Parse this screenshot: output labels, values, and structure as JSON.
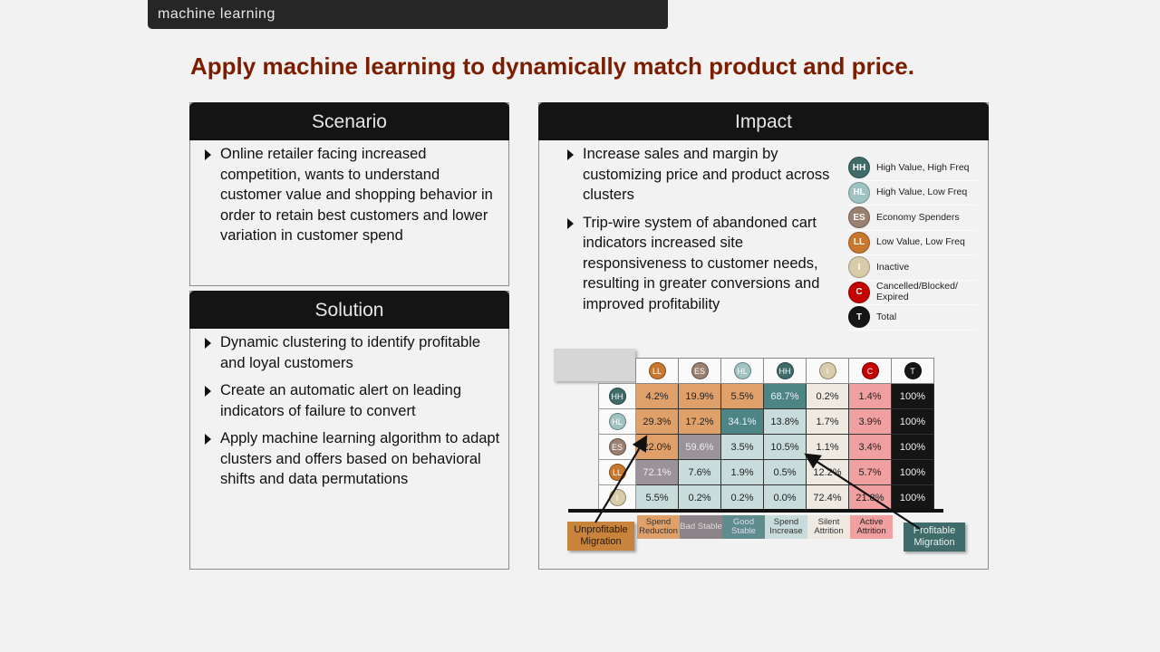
{
  "header": {
    "section_label": "machine learning"
  },
  "title": "Apply machine learning to dynamically match product and price.",
  "scenario": {
    "heading": "Scenario",
    "bullets": [
      "Online retailer facing increased competition, wants to understand customer value and shopping behavior in order to retain best customers and lower variation in customer spend"
    ]
  },
  "solution": {
    "heading": "Solution",
    "bullets": [
      "Dynamic clustering to identify profitable and loyal customers",
      "Create an automatic alert on leading indicators of failure to convert",
      "Apply machine learning algorithm to adapt clusters and offers based on behavioral shifts and data permutations"
    ]
  },
  "impact": {
    "heading": "Impact",
    "bullets": [
      "Increase sales and margin by customizing price and product across clusters",
      "Trip-wire system of abandoned cart indicators increased site responsiveness to customer needs, resulting in greater conversions and improved profitability"
    ]
  },
  "legend": [
    {
      "code": "HH",
      "label": "High Value, High Freq",
      "color": "#3f6b6b"
    },
    {
      "code": "HL",
      "label": "High Value, Low Freq",
      "color": "#9fc3c3"
    },
    {
      "code": "ES",
      "label": "Economy Spenders",
      "color": "#9a8070"
    },
    {
      "code": "LL",
      "label": "Low Value, Low Freq",
      "color": "#c8782e"
    },
    {
      "code": "I",
      "label": "Inactive",
      "color": "#d8ccaa"
    },
    {
      "code": "C",
      "label": "Cancelled/Blocked/ Expired",
      "color": "#c40000"
    },
    {
      "code": "T",
      "label": "Total",
      "color": "#151515"
    }
  ],
  "matrix": {
    "columns": [
      "LL",
      "ES",
      "HL",
      "HH",
      "I",
      "C",
      "T"
    ],
    "rows": [
      {
        "code": "HH",
        "values": [
          "4.2%",
          "19.9%",
          "5.5%",
          "68.7%",
          "0.2%",
          "1.4%",
          "100%"
        ],
        "shades": [
          "orange",
          "orange",
          "orange",
          "teal",
          "cream",
          "pink",
          "black"
        ]
      },
      {
        "code": "HL",
        "values": [
          "29.3%",
          "17.2%",
          "34.1%",
          "13.8%",
          "1.7%",
          "3.9%",
          "100%"
        ],
        "shades": [
          "orange",
          "orange",
          "teal",
          "lblue",
          "cream",
          "pink",
          "black"
        ]
      },
      {
        "code": "ES",
        "values": [
          "22.0%",
          "59.6%",
          "3.5%",
          "10.5%",
          "1.1%",
          "3.4%",
          "100%"
        ],
        "shades": [
          "orange",
          "grey",
          "lblue",
          "lblue",
          "cream",
          "pink",
          "black"
        ]
      },
      {
        "code": "LL",
        "values": [
          "72.1%",
          "7.6%",
          "1.9%",
          "0.5%",
          "12.2%",
          "5.7%",
          "100%"
        ],
        "shades": [
          "grey",
          "lblue",
          "lblue",
          "lblue",
          "cream",
          "pink",
          "black"
        ]
      },
      {
        "code": "I",
        "values": [
          "5.5%",
          "0.2%",
          "0.2%",
          "0.0%",
          "72.4%",
          "21.8%",
          "100%"
        ],
        "shades": [
          "lblue",
          "lblue",
          "lblue",
          "lblue",
          "cream",
          "pink",
          "black"
        ]
      }
    ],
    "categories": [
      {
        "label": "Spend Reduction",
        "color": "#e0a06a",
        "text": "#333"
      },
      {
        "label": "Bad Stable",
        "color": "#8c8488",
        "text": "#ddd"
      },
      {
        "label": "Good Stable",
        "color": "#5f8c8c",
        "text": "#dde"
      },
      {
        "label": "Spend Increase",
        "color": "#c8dcdc",
        "text": "#333"
      },
      {
        "label": "Silent Attrition",
        "color": "#eeeae2",
        "text": "#333"
      },
      {
        "label": "Active Attrition",
        "color": "#f0a0a0",
        "text": "#222"
      }
    ],
    "callouts": {
      "unprofitable": "Unprofitable Migration",
      "profitable": "Profitable Migration"
    }
  }
}
